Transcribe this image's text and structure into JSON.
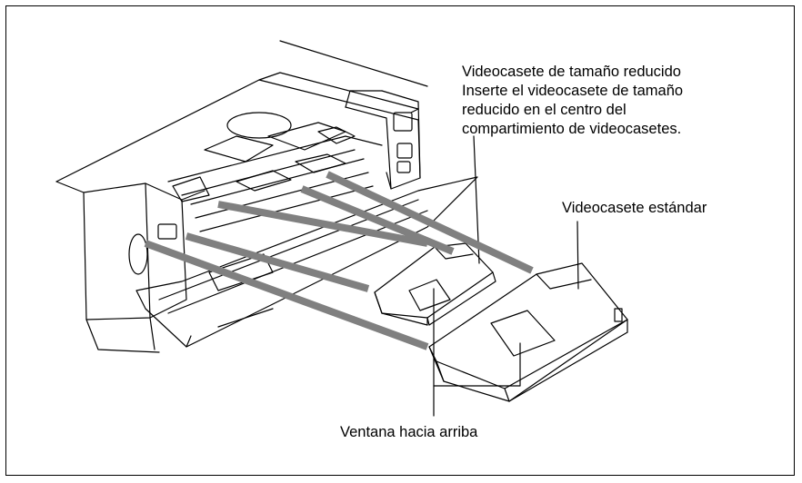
{
  "labels": {
    "small_cassette_title": "Videocasete de tamaño reducido",
    "small_cassette_line1": "Inserte el videocasete de tamaño",
    "small_cassette_line2": "reducido en el centro del",
    "small_cassette_line3": "compartimiento de videocasetes.",
    "standard_cassette": "Videocasete estándar",
    "window_up": "Ventana hacia arriba"
  },
  "colors": {
    "line": "#000000",
    "arrow": "#808080",
    "background": "#ffffff"
  }
}
